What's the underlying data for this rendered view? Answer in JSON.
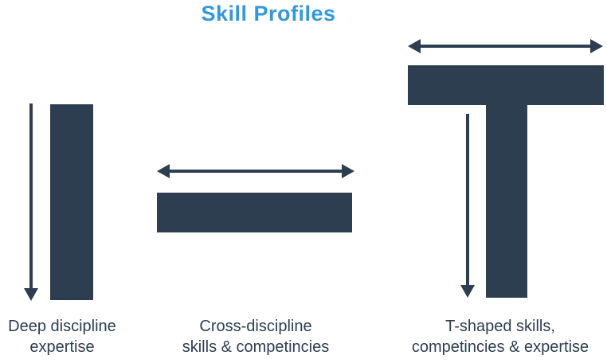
{
  "title": "Skill Profiles",
  "colors": {
    "accent": "#3498db",
    "shape": "#2d3e50",
    "text": "#2d3e50",
    "background": "#ffffff"
  },
  "profiles": [
    {
      "name": "i-shaped",
      "icons": [
        "down-arrow"
      ],
      "caption": "Deep discipline\nexpertise"
    },
    {
      "name": "horizontal-bar",
      "icons": [
        "horizontal-double-arrow"
      ],
      "caption": "Cross-discipline\nskills & competincies"
    },
    {
      "name": "t-shaped",
      "icons": [
        "horizontal-double-arrow",
        "down-arrow"
      ],
      "caption": "T-shaped skills,\ncompetincies & expertise"
    }
  ]
}
